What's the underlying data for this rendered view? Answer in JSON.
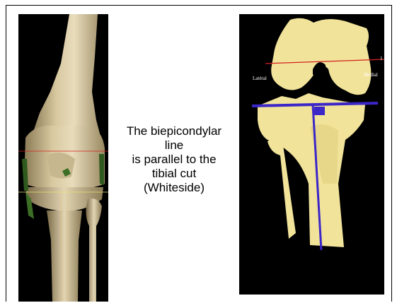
{
  "caption": {
    "lines": [
      "The biepicondylar",
      "line",
      "is parallel to the",
      "tibial cut",
      "(Whiteside)"
    ]
  },
  "left_image": {
    "description_icon": "knee-bone-anatomy-icon"
  },
  "right_image": {
    "label_lateral": "Latéral",
    "label_medial": "Médial",
    "label_marker": "1",
    "colors": {
      "bone": "#f1e39a",
      "red_line": "#d42020",
      "blue_line": "#3b26c8"
    }
  },
  "colors": {
    "background": "#ffffff",
    "panel_bg": "#000000"
  }
}
